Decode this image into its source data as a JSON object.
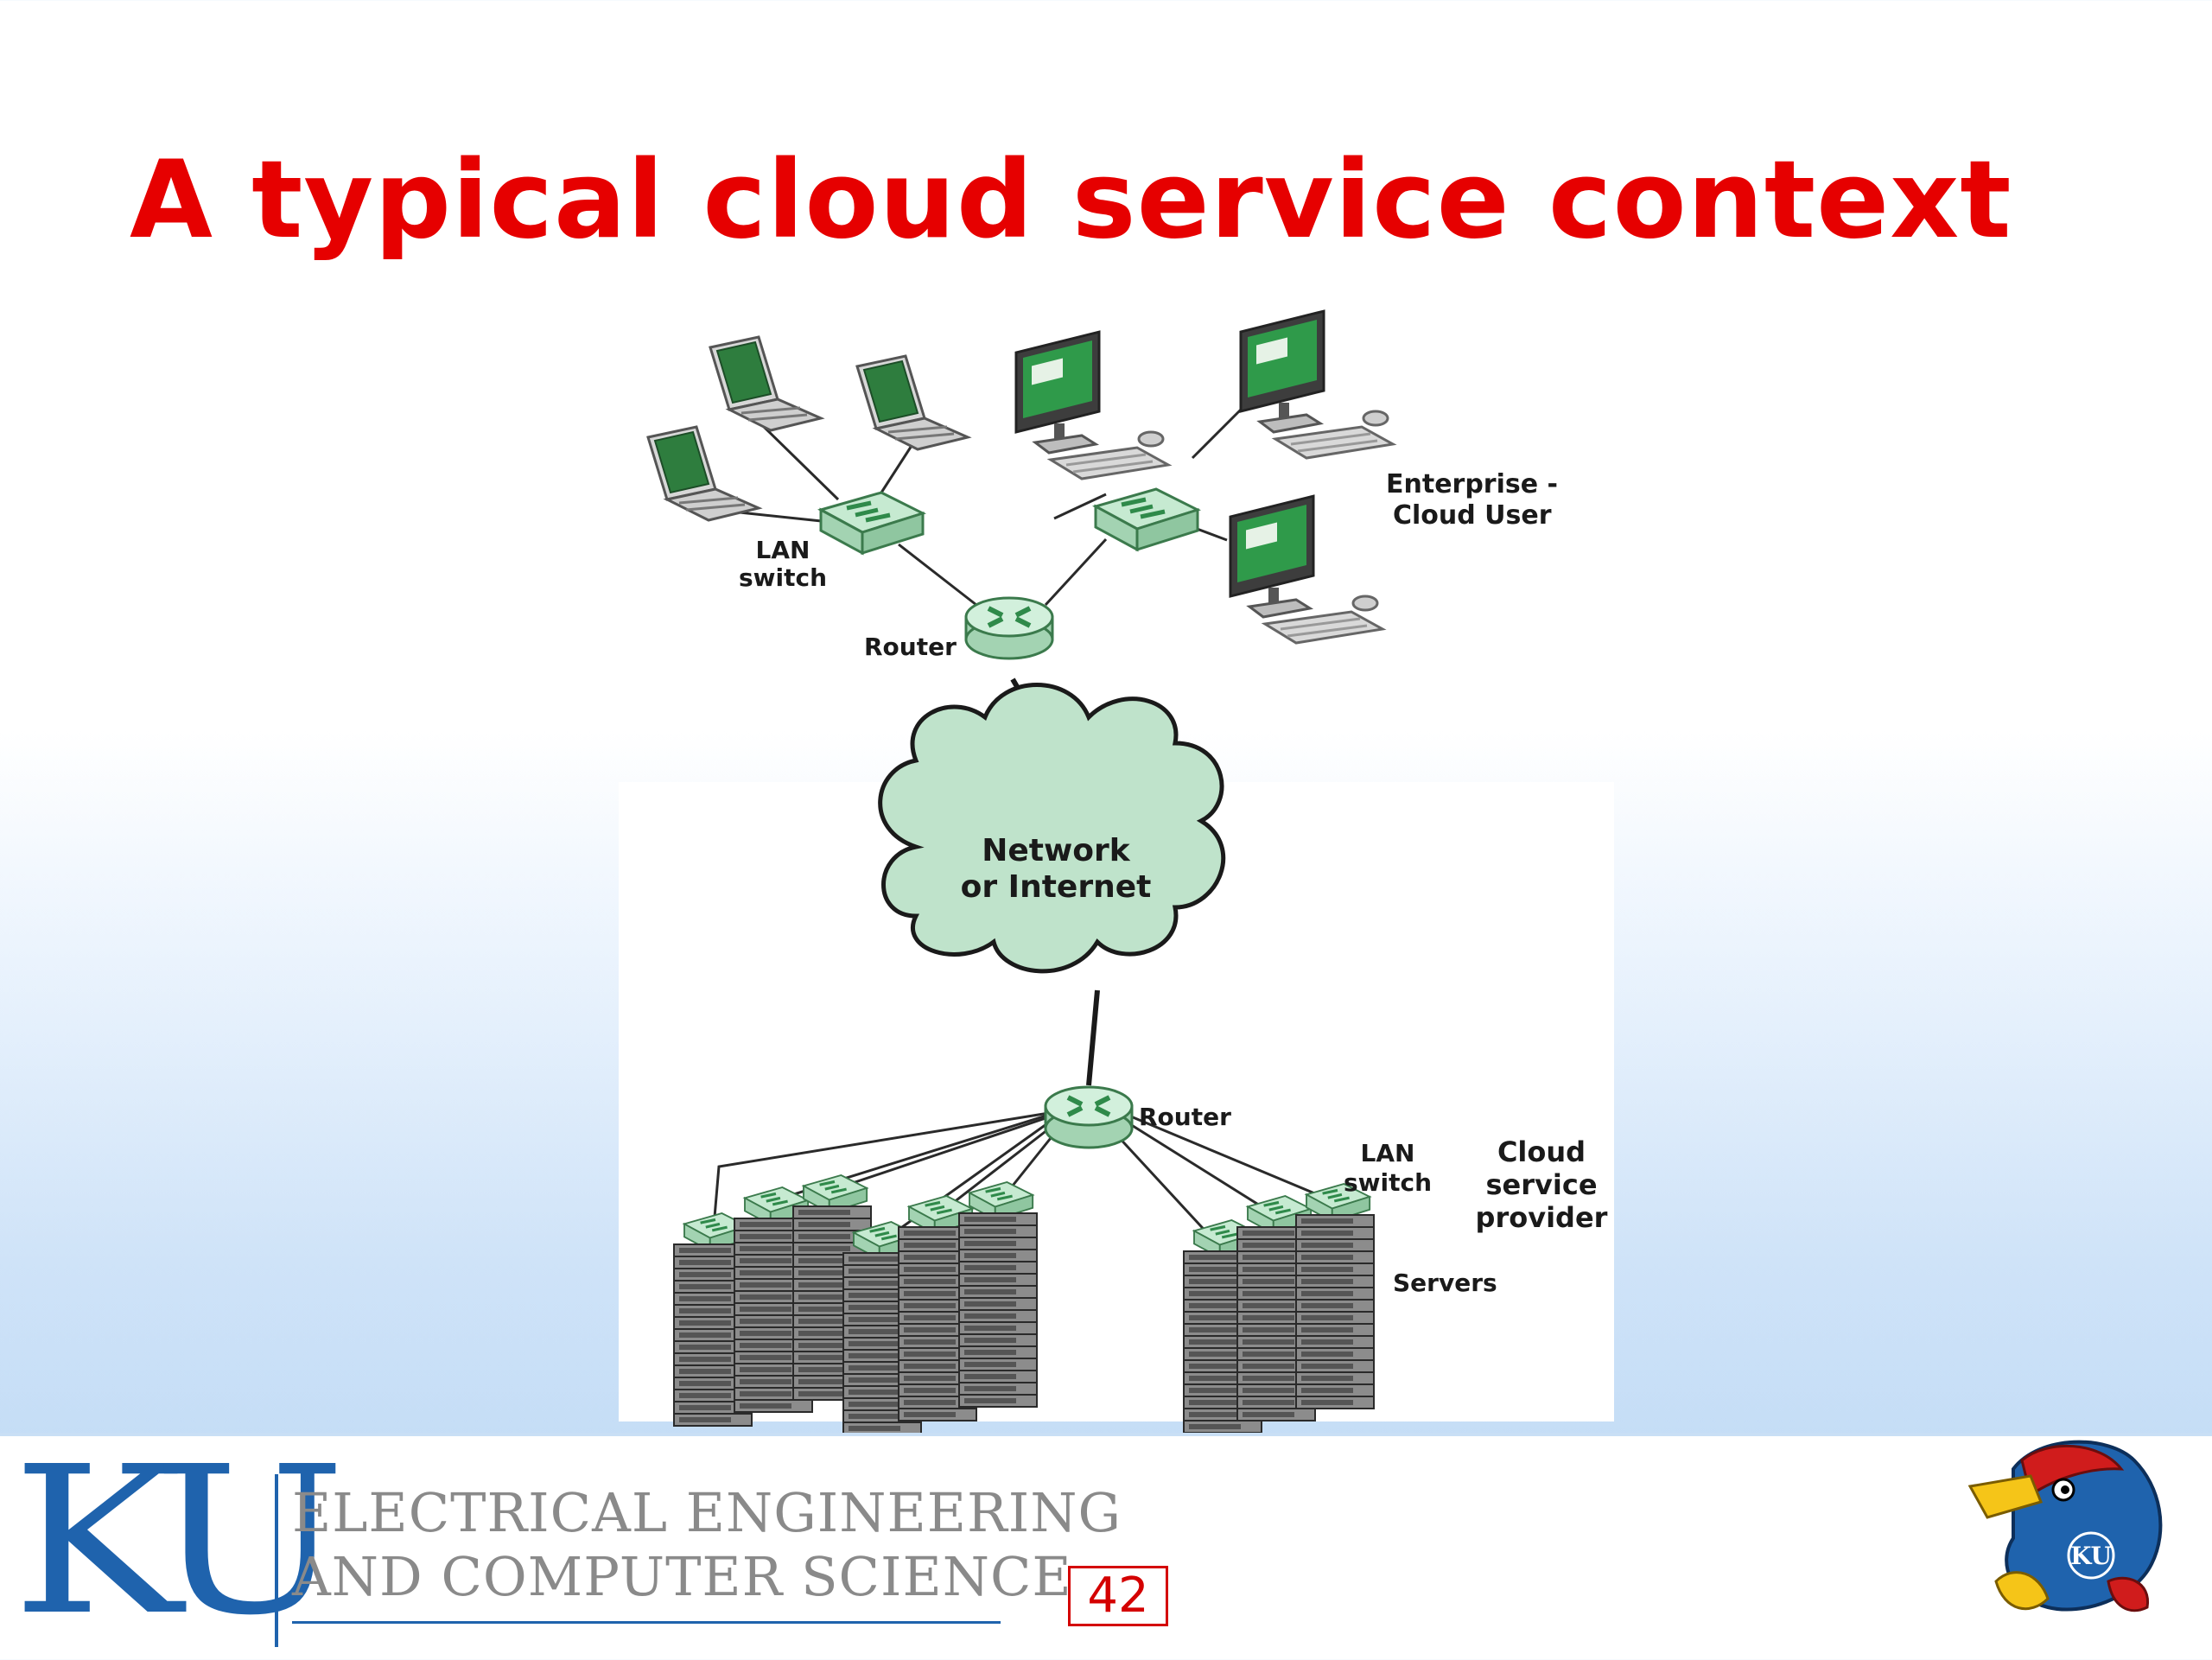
{
  "slide": {
    "title": "A typical cloud service context",
    "page_number": "42"
  },
  "diagram": {
    "labels": {
      "enterprise_line1": "Enterprise -",
      "enterprise_line2": "Cloud User",
      "lan_switch_top_line1": "LAN",
      "lan_switch_top_line2": "switch",
      "router_top": "Router",
      "cloud_line1": "Network",
      "cloud_line2": "or Internet",
      "router_bottom": "Router",
      "lan_switch_bottom_line1": "LAN",
      "lan_switch_bottom_line2": "switch",
      "provider_line1": "Cloud",
      "provider_line2": "service",
      "provider_line3": "provider",
      "servers": "Servers"
    },
    "colors": {
      "device_green": "#b9e0c4",
      "device_dark_green": "#2f8a4a",
      "cloud_fill": "#bfe3cb",
      "server_gray": "#8c8c8c"
    }
  },
  "footer": {
    "logo_text": "KU",
    "dept_line1": "ELECTRICAL ENGINEERING",
    "dept_line2": "AND COMPUTER SCIENCE",
    "logo_color": "#1f63ad",
    "mascot_icon": "jayhawk-mascot-icon"
  }
}
